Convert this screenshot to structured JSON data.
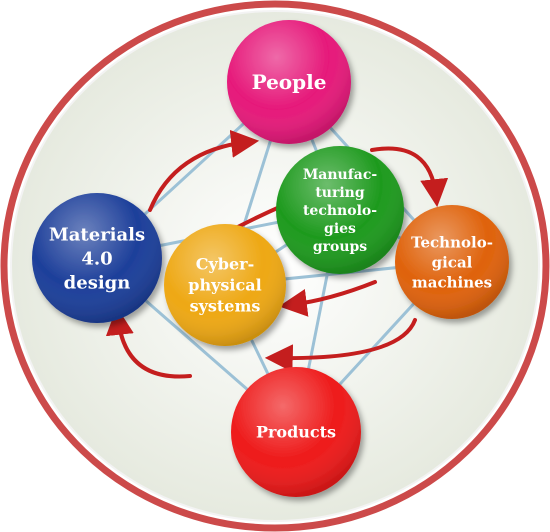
{
  "diagram": {
    "colors": {
      "outer_ring": "#cc4a4a",
      "background": "#eef1ea",
      "connector": "#9cc1d6",
      "arrow": "#c41e1e"
    },
    "nodes": [
      {
        "id": "people",
        "lines": [
          "People"
        ],
        "color": "#e6197a"
      },
      {
        "id": "materials",
        "lines": [
          "Materials",
          "4.0",
          "design"
        ],
        "color": "#1d3f9a"
      },
      {
        "id": "manufacturing",
        "lines": [
          "Manufac-",
          "turing",
          "technolo-",
          "gies",
          "groups"
        ],
        "color": "#1e9a1e"
      },
      {
        "id": "technological",
        "lines": [
          "Technolo-",
          "gical",
          "machines"
        ],
        "color": "#df620b"
      },
      {
        "id": "cyber",
        "lines": [
          "Cyber-",
          "physical",
          "systems"
        ],
        "color": "#eea814"
      },
      {
        "id": "products",
        "lines": [
          "Products"
        ],
        "color": "#ee1a1a"
      }
    ]
  }
}
